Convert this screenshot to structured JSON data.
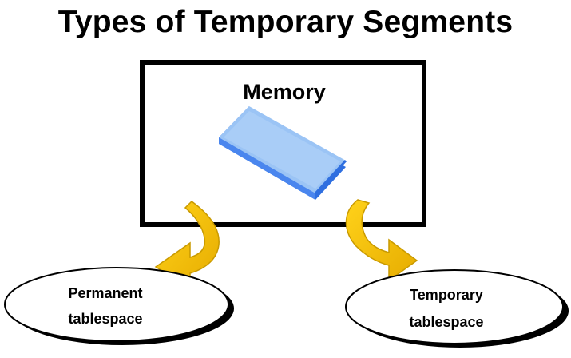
{
  "title": "Types of Temporary Segments",
  "memory": {
    "label": "Memory",
    "icon": "memory-block-icon"
  },
  "left_tablespace": {
    "line1": "Permanent",
    "line2": "tablespace"
  },
  "right_tablespace": {
    "line1": "Temporary",
    "line2": "tablespace"
  },
  "colors": {
    "arrow": "#f5c400",
    "arrow_dark": "#d9a400",
    "block_top": "#9bc4f5",
    "block_edge": "#2f6fe0",
    "border": "#000000"
  }
}
